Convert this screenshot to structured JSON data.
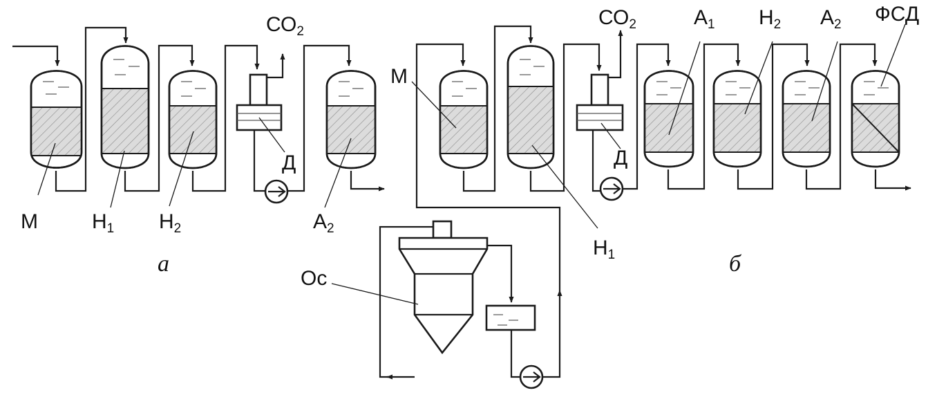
{
  "scheme_a": {
    "caption": "а",
    "labels": {
      "m": "М",
      "h1_main": "Н",
      "h1_sub": "1",
      "h2_main": "Н",
      "h2_sub": "2",
      "a2_main": "А",
      "a2_sub": "2",
      "d": "Д",
      "co2_main": "СО",
      "co2_sub": "2"
    }
  },
  "scheme_b": {
    "caption": "б",
    "labels": {
      "m": "М",
      "h1_main": "Н",
      "h1_sub": "1",
      "a1_main": "А",
      "a1_sub": "1",
      "h2_main": "Н",
      "h2_sub": "2",
      "a2_main": "А",
      "a2_sub": "2",
      "fsd": "ФСД",
      "d": "Д",
      "co2_main": "СО",
      "co2_sub": "2",
      "os": "Ос"
    }
  },
  "colors": {
    "line": "#1a1a1a",
    "bed_fill": "#d9d9d9",
    "background": "#ffffff"
  }
}
